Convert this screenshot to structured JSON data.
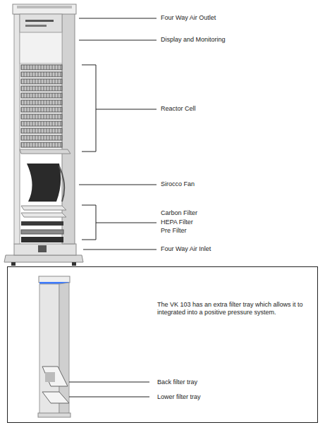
{
  "diagram": {
    "nodes": [
      {
        "text": [
          "The VK 103 has an extra filter tray which allows it to integrated into a positive pressure system.",
          "Back filter tray",
          "Lower filter tray"
        ]
      }
    ],
    "labels": [
      "Four Way Air Outlet",
      "Display and Monitoring",
      "Reactor Cell",
      "Sirocco Fan",
      "Carbon Filter",
      "HEPA Filter",
      "Pre Filter",
      "Four Way Air Inlet"
    ]
  }
}
